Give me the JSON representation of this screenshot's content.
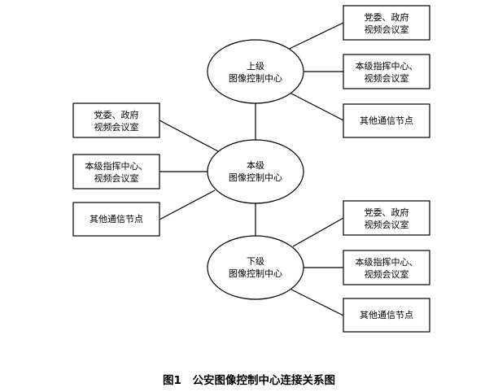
{
  "diagram": {
    "hubs": {
      "upper": [
        "上级",
        "图像控制中心"
      ],
      "local": [
        "本级",
        "图像控制中心"
      ],
      "lower": [
        "下级",
        "图像控制中心"
      ]
    },
    "boxes": {
      "upper_1": [
        "党委、政府",
        "视频会议室"
      ],
      "upper_2": [
        "本级指挥中心、",
        "视频会议室"
      ],
      "upper_3": [
        "其他通信节点"
      ],
      "local_1": [
        "党委、政府",
        "视频会议室"
      ],
      "local_2": [
        "本级指挥中心、",
        "视频会议室"
      ],
      "local_3": [
        "其他通信节点"
      ],
      "lower_1": [
        "党委、政府",
        "视频会议室"
      ],
      "lower_2": [
        "本级指挥中心、",
        "视频会议室"
      ],
      "lower_3": [
        "其他通信节点"
      ]
    },
    "caption": "图1　公安图像控制中心连接关系图"
  }
}
